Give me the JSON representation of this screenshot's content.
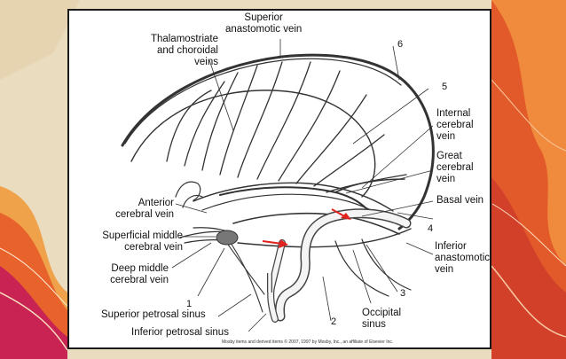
{
  "slide": {
    "background_color": "#eadcbf",
    "accent_colors": [
      "#e8632c",
      "#d9442b",
      "#f29a3a",
      "#c2185b"
    ]
  },
  "diagram": {
    "labels": {
      "superior_anastomotic": "Superior\nanastomotic vein",
      "thalamostriate": "Thalamostriate\nand choroidal\nveins",
      "internal_cerebral": "Internal\ncerebral\nvein",
      "great_cerebral": "Great\ncerebral\nvein",
      "basal": "Basal vein",
      "anterior_cerebral": "Anterior\ncerebral vein",
      "superficial_middle": "Superficial middle\ncerebral vein",
      "deep_middle": "Deep middle\ncerebral vein",
      "inferior_anastomotic": "Inferior\nanastomotic\nvein",
      "occipital_sinus": "Occipital\nsinus",
      "superior_petrosal": "Superior petrosal sinus",
      "inferior_petrosal": "Inferior petrosal sinus"
    },
    "numbers": [
      "1",
      "2",
      "3",
      "4",
      "5",
      "6"
    ],
    "credit": "Mosby items and derived items © 2007, 1997 by Mosby, Inc., an affiliate of Elsevier Inc.",
    "arrow_color": "#e0221e"
  }
}
